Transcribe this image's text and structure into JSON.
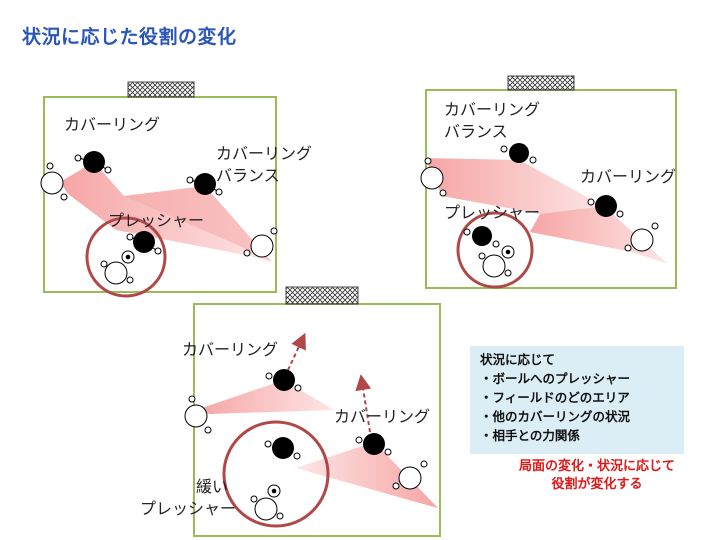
{
  "title": "状況に応じた役割の変化",
  "diagram1": {
    "label_covering": "カバーリング",
    "label_covering_balance": "カバーリング\nバランス",
    "label_pressure": "プレッシャー"
  },
  "diagram2": {
    "label_covering_balance": "カバーリング\nバランス",
    "label_covering": "カバーリング",
    "label_pressure": "プレッシャー"
  },
  "diagram3": {
    "label_covering_left": "カバーリング",
    "label_covering_right": "カバーリング",
    "label_loose_pressure": "緩い\nプレッシャー"
  },
  "info_box": {
    "lines": [
      "状況に応じて",
      "・ボールへのプレッシャー",
      "・フィールドのどのエリア",
      "・他のカバーリングの状況",
      "・相手との力関係"
    ]
  },
  "note": {
    "lines": [
      "局面の変化・状況に応じて",
      "役割が変化する"
    ]
  },
  "colors": {
    "title": "#2a56b8",
    "field_border": "#9bbb59",
    "pressure_circle": "#b04848",
    "cover_zone": "#f08080",
    "note_text": "#e01818",
    "info_bg": "#dbeef6"
  }
}
